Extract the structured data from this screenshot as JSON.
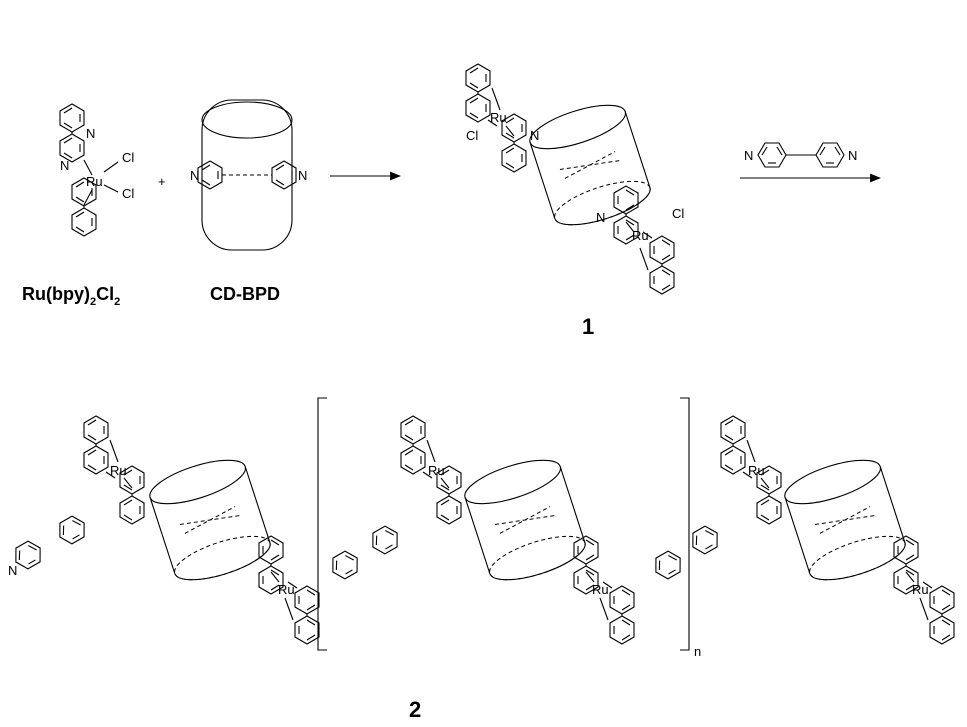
{
  "labels": {
    "reactant_1": "Ru(bpy)",
    "reactant_1_sub": "2",
    "reactant_1_tail": "Cl",
    "reactant_1_sub2": "2",
    "reactant_2": "CD-BPD",
    "plus": "+",
    "compound_1": "1",
    "compound_2": "2",
    "repeat_index": "n"
  },
  "atoms": {
    "ru": "Ru",
    "n": "N",
    "cl": "Cl"
  }
}
